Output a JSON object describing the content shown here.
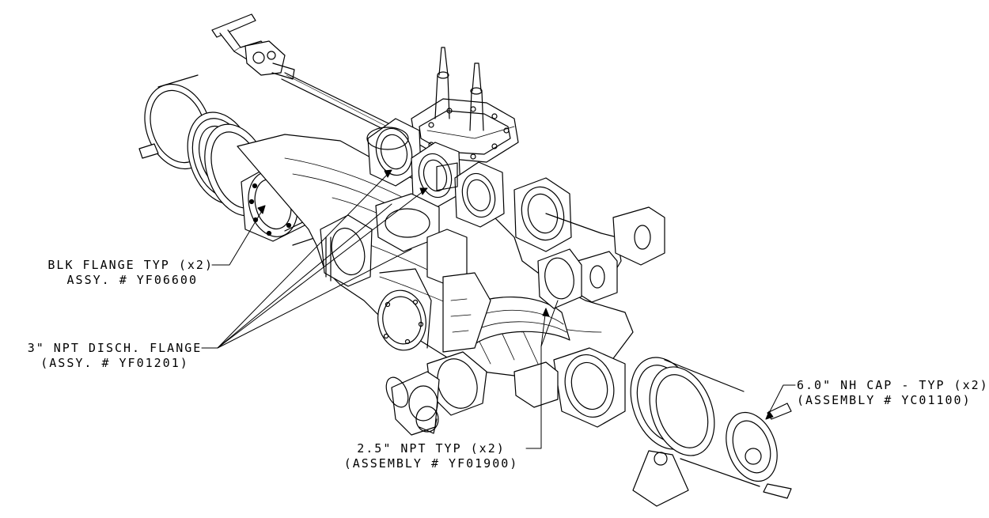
{
  "callouts": {
    "blk_flange": {
      "line1": "BLK FLANGE TYP (x2)",
      "line2": "ASSY. # YF06600"
    },
    "disch_flange": {
      "line1": "3\" NPT DISCH. FLANGE",
      "line2": "(ASSY. # YF01201)"
    },
    "npt_typ": {
      "line1": "2.5\" NPT TYP (x2)",
      "line2": "(ASSEMBLY # YF01900)"
    },
    "nh_cap": {
      "line1": "6.0\" NH CAP - TYP (x2)",
      "line2": "(ASSEMBLY # YC01100)"
    }
  }
}
